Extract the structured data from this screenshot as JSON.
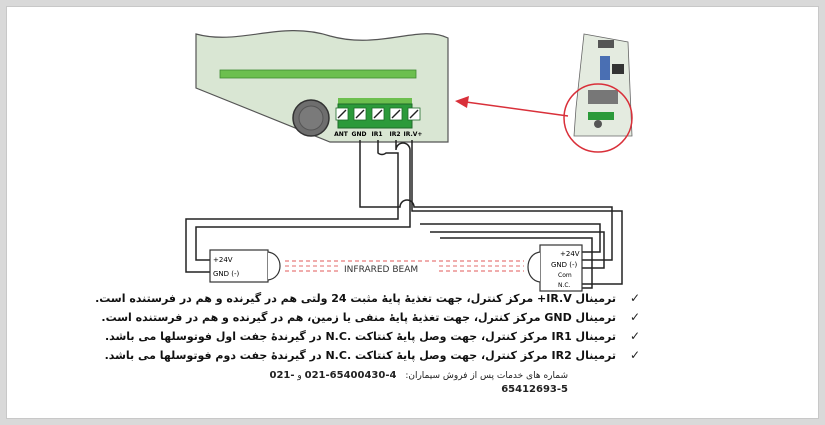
{
  "colors": {
    "board_fill": "#d9e6d3",
    "terminal_green": "#2b9a3a",
    "strip_green": "#6cbf4e",
    "wire": "#222222",
    "beam_red": "#e05a5a",
    "highlight_red": "#d9303a"
  },
  "terminals": [
    "ANT",
    "GND",
    "IR1",
    "IR2",
    "IR.V+"
  ],
  "transmitter": {
    "label_v": "+24V",
    "label_gnd": "GND (-)"
  },
  "receiver": {
    "label_v": "+24V",
    "label_gnd": "GND (-)",
    "label_com": "Com",
    "label_nc": "N.C."
  },
  "beam_label": "INFRARED BEAM",
  "notes": [
    {
      "icon": "check-icon",
      "text": "ترمینال IR.V+ مرکز کنترل، جهت تغذیهٔ پایهٔ مثبت 24 ولتی هم در گیرنده و هم در فرستنده است."
    },
    {
      "icon": "check-icon",
      "text": "ترمینال GND مرکز کنترل، جهت تغذیهٔ پایهٔ منفی یا زمین، هم در گیرنده و هم در فرستنده است."
    },
    {
      "icon": "check-icon",
      "text": "ترمینال IR1 مرکز کنترل، جهت وصل پایهٔ کنتاکت .N.C در گیرندهٔ جفت اول فوتوسلها می باشد."
    },
    {
      "icon": "check-icon",
      "text": "ترمینال IR2 مرکز کنترل، جهت وصل پایهٔ کنتاکت .N.C در گیرندهٔ جفت دوم فوتوسلها می باشد."
    }
  ],
  "service": {
    "label": "شماره های خدمات پس از فروش سیماران:",
    "phone1": "021-65400430-4",
    "joiner": "و",
    "phone2": "021-65412693-5"
  }
}
